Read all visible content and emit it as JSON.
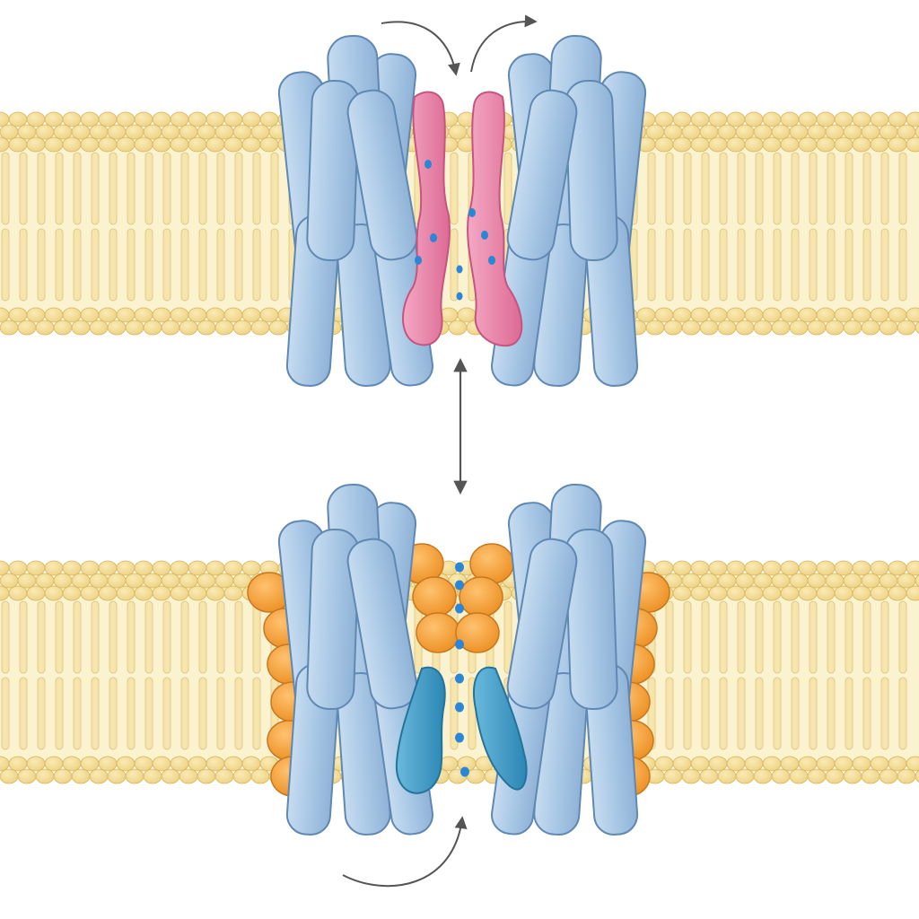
{
  "diagram": {
    "colors": {
      "background": "#ffffff",
      "lipid_head": "#f3dc8e",
      "lipid_head_edge": "#d7b55a",
      "lipid_tail": "#f6e6ad",
      "lipid_tail_edge": "#dcc07a",
      "protein_blue": "#a9c8e6",
      "protein_blue_edge": "#5f88b3",
      "pink_domain": "#e97fa6",
      "pink_domain_edge": "#c45580",
      "orange_subunit": "#f4a13c",
      "orange_subunit_edge": "#c87820",
      "teal_domain": "#3f9fc9",
      "teal_domain_edge": "#23739a",
      "ion": "#2a86d6",
      "arrow": "#555555"
    },
    "panels": [
      {
        "id": "top",
        "state": "closed-channel",
        "accessory": "pink-domains",
        "ions_in_pore": 2
      },
      {
        "id": "bottom",
        "state": "open-channel",
        "accessory": "orange-subunits-and-teal-domains",
        "ions_in_pore": 8
      }
    ],
    "arrows": [
      {
        "id": "top-curved-left",
        "icon": "curved-arrow-icon"
      },
      {
        "id": "top-curved-right",
        "icon": "curved-arrow-icon"
      },
      {
        "id": "center-transition",
        "icon": "double-arrow-icon"
      },
      {
        "id": "bottom-curved",
        "icon": "curved-arrow-icon"
      }
    ]
  }
}
